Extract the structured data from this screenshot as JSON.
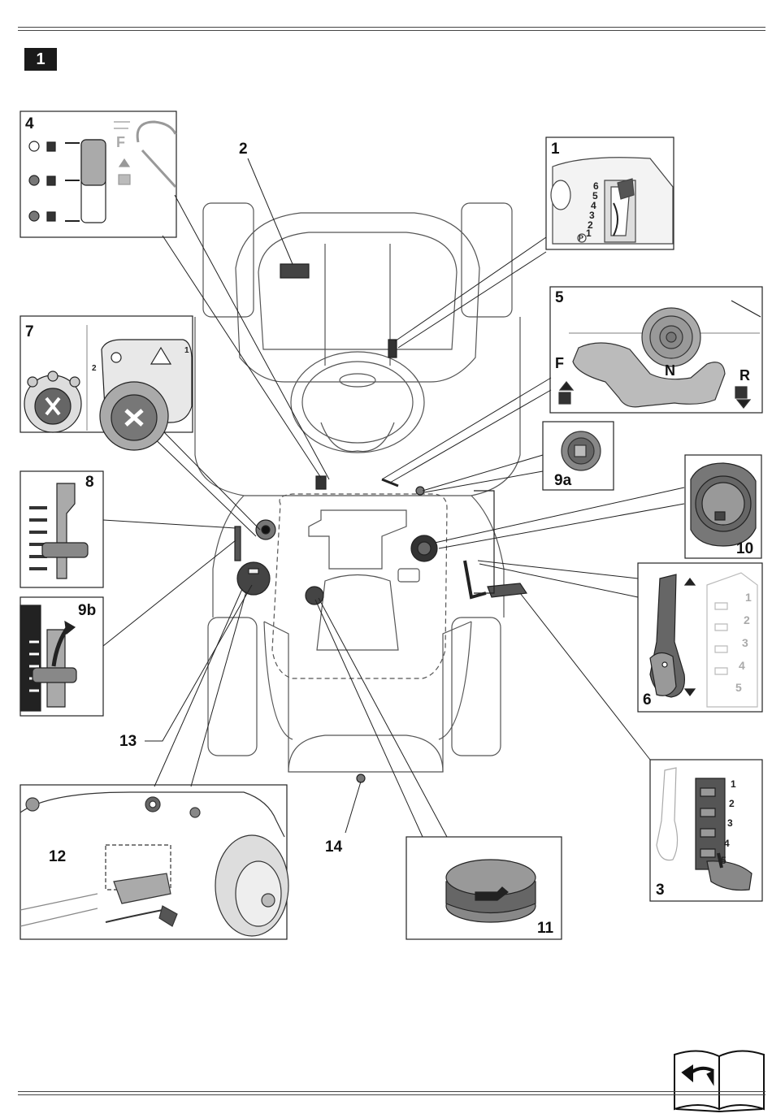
{
  "figure": {
    "number": "1"
  },
  "callouts": {
    "c1": "1",
    "c2": "2",
    "c3": "3",
    "c4": "4",
    "c5": "5",
    "c6": "6",
    "c7": "7",
    "c8": "8",
    "c9a": "9a",
    "c9b": "9b",
    "c10": "10",
    "c11": "11",
    "c12": "12",
    "c13": "13",
    "c14": "14"
  },
  "inset_text": {
    "forward_letter": "F",
    "neutral_letter": "N",
    "reverse_letter": "R",
    "gear_positions": [
      "6",
      "5",
      "4",
      "3",
      "2",
      "1",
      "P"
    ],
    "height_positions": [
      "1",
      "2",
      "3",
      "4",
      "5"
    ],
    "key_positions": [
      "1",
      "2"
    ]
  },
  "icons": [
    "book-return-icon",
    "fuel-cap-icon",
    "oil-cap-icon",
    "ignition-key-icon"
  ]
}
